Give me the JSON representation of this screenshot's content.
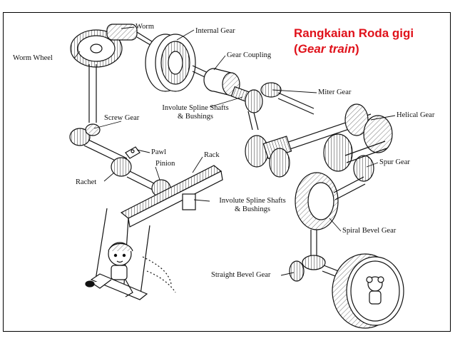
{
  "title": {
    "line1": "Rangkaian Roda gigi",
    "line2_open": "(",
    "line2_italic": "Gear train",
    "line2_close": ")",
    "color": "#e0121b"
  },
  "labels": {
    "worm": "Worm",
    "internal_gear": "Internal Gear",
    "worm_wheel": "Worm Wheel",
    "gear_coupling": "Gear Coupling",
    "miter_gear": "Miter Gear",
    "involute_spline_1_line1": "Involute Spline Shafts",
    "involute_spline_1_line2": "& Bushings",
    "screw_gear": "Screw Gear",
    "helical_gear": "Helical Gear",
    "pawl": "Pawl",
    "rack": "Rack",
    "pinion": "Pinion",
    "spur_gear": "Spur Gear",
    "rachet": "Rachet",
    "involute_spline_2_line1": "Involute Spline Shafts",
    "involute_spline_2_line2": "& Bushings",
    "spiral_bevel_gear": "Spiral Bevel Gear",
    "straight_bevel_gear": "Straight Bevel Gear"
  }
}
